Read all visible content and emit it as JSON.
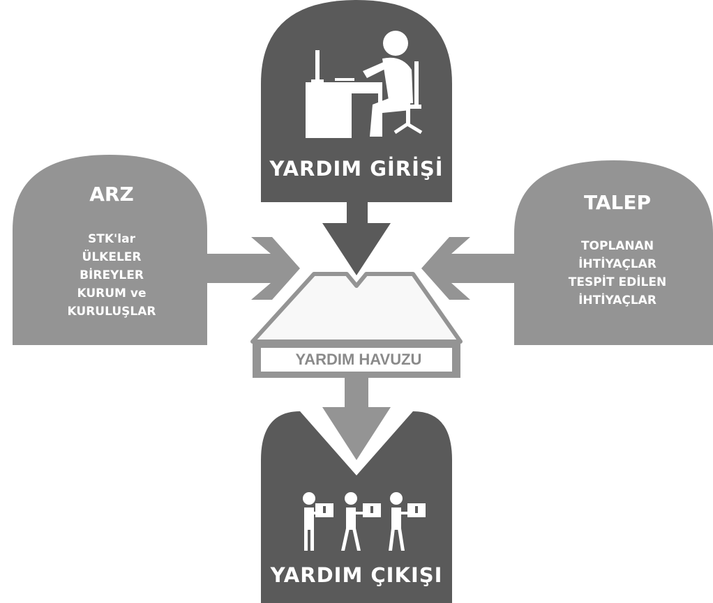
{
  "colors": {
    "dark": "#5a5a5a",
    "medium": "#949494",
    "white": "#ffffff"
  },
  "center": {
    "top_title": "YARDIM GİRİŞİ",
    "bottom_title": "YARDIM ÇIKIŞI",
    "pool_label": "YARDIM HAVUZU"
  },
  "left": {
    "title": "ARZ",
    "items": [
      "STK'lar",
      "ÜLKELER",
      "BİREYLER",
      "KURUM ve",
      "KURULUŞLAR"
    ]
  },
  "right": {
    "title": "TALEP",
    "items": [
      "TOPLANAN",
      "İHTİYAÇLAR",
      "TESPİT EDİLEN",
      "İHTİYAÇLAR"
    ]
  },
  "icons": {
    "top": "person-at-computer-icon",
    "bottom": "people-carrying-boxes-icon"
  }
}
